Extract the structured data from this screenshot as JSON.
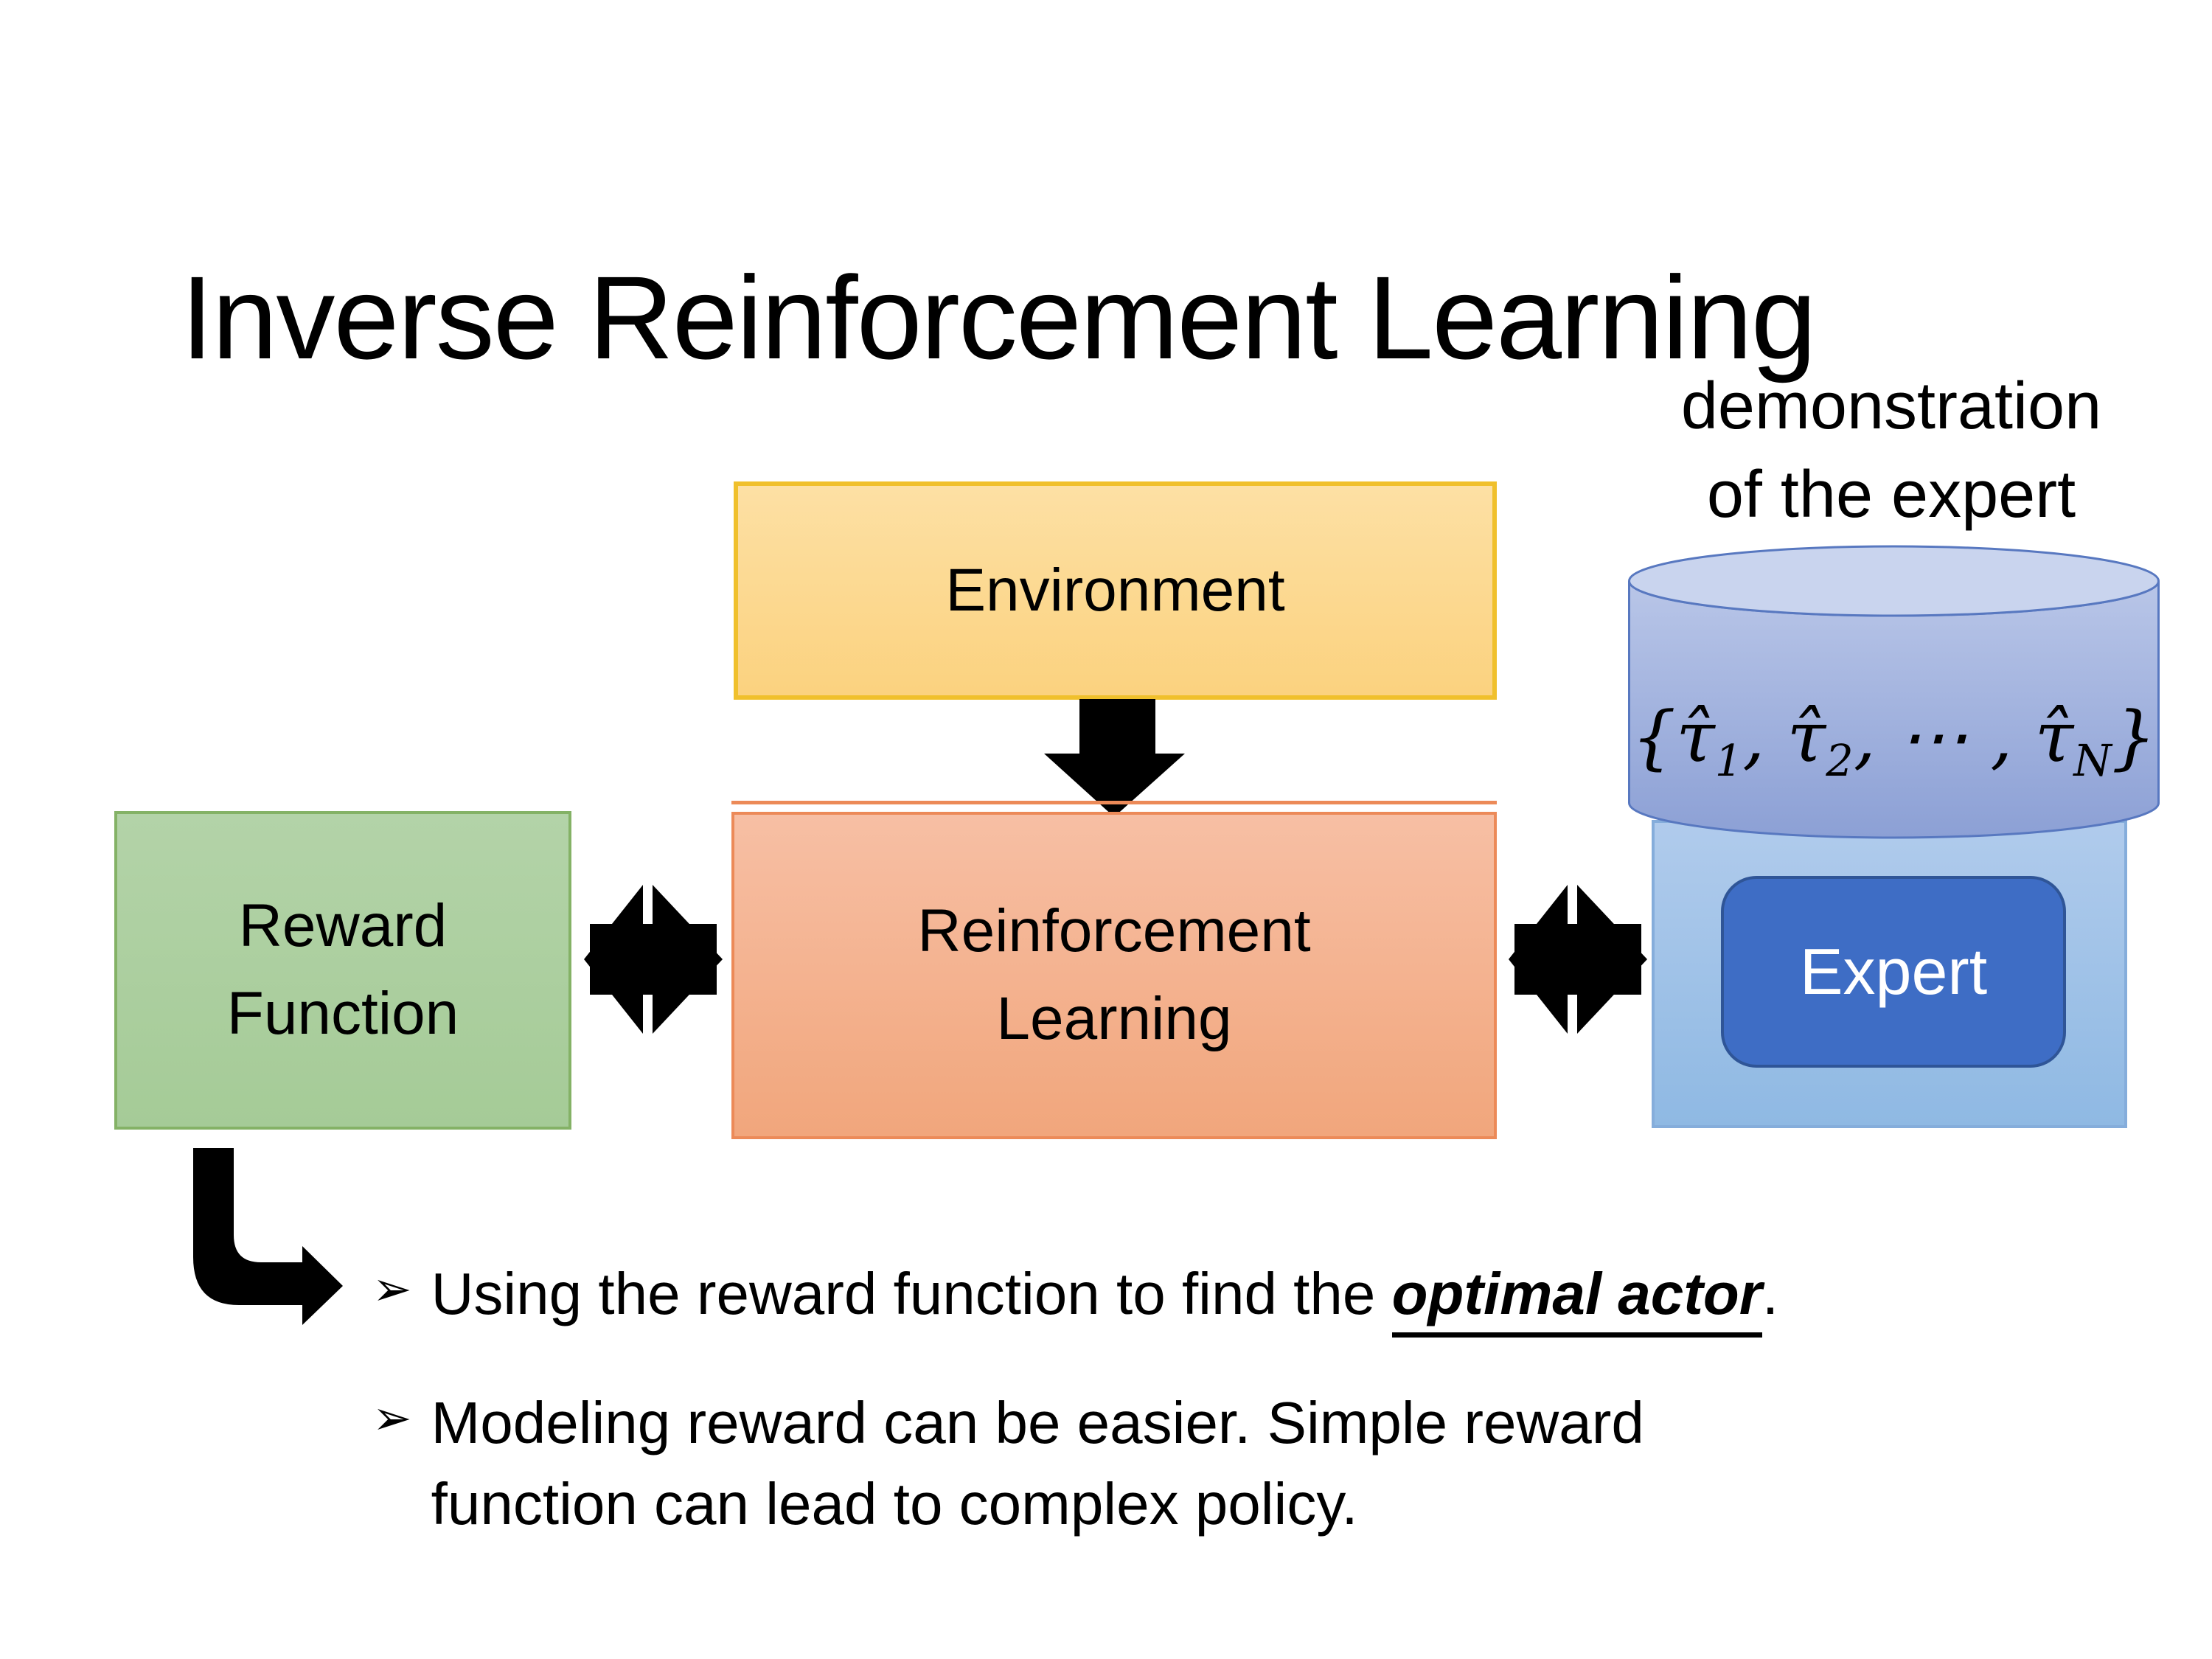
{
  "slide": {
    "title": "Inverse Reinforcement Learning"
  },
  "diagram": {
    "environment": {
      "label": "Environment"
    },
    "reward_function": {
      "label_line1": "Reward",
      "label_line2": "Function"
    },
    "reinforcement_learning": {
      "label_line1": "Reinforcement",
      "label_line2": "Learning"
    },
    "expert": {
      "label": "Expert"
    },
    "demonstration_caption": {
      "line1": "demonstration",
      "line2": "of the expert"
    },
    "trajectory_set": {
      "open_brace": "{",
      "tau_hat_1": "τ̂",
      "sub_1": "1",
      "sep_1": ", ",
      "tau_hat_2": "τ̂",
      "sub_2": "2",
      "sep_dots": ", ⋯ , ",
      "tau_hat_n": "τ̂",
      "sub_n": "N",
      "close_brace": "}"
    }
  },
  "bullets": {
    "marker": "➢",
    "item1": {
      "prefix": "Using the reward function to find the ",
      "emphasis": "optimal actor",
      "suffix": "."
    },
    "item2": {
      "text": "Modeling reward can be easier. Simple reward function can lead to complex policy."
    }
  },
  "colors": {
    "background": "#FFFFFF",
    "text": "#000000",
    "arrow_black": "#000000",
    "env_fill_top": "#FDE0A4",
    "env_fill_bottom": "#FBD27F",
    "env_border": "#F0C02C",
    "green_fill_top": "#B3D3A8",
    "green_fill_bottom": "#A5CB97",
    "green_border": "#84B266",
    "orange_fill_top": "#F7BFA4",
    "orange_fill_bottom": "#F1A67C",
    "orange_border": "#EC8A58",
    "container_fill_top": "#B0CBEC",
    "container_fill_bottom": "#8FB9E3",
    "container_border": "#85ADDB",
    "cyl_top_fill": "#C9D4EE",
    "cyl_body_top": "#B9C6E8",
    "cyl_body_bottom": "#8CA0D5",
    "cyl_border": "#5878C0",
    "expert_fill": "#3E6DC5",
    "expert_border": "#2F5597",
    "expert_text": "#FFFFFF"
  }
}
